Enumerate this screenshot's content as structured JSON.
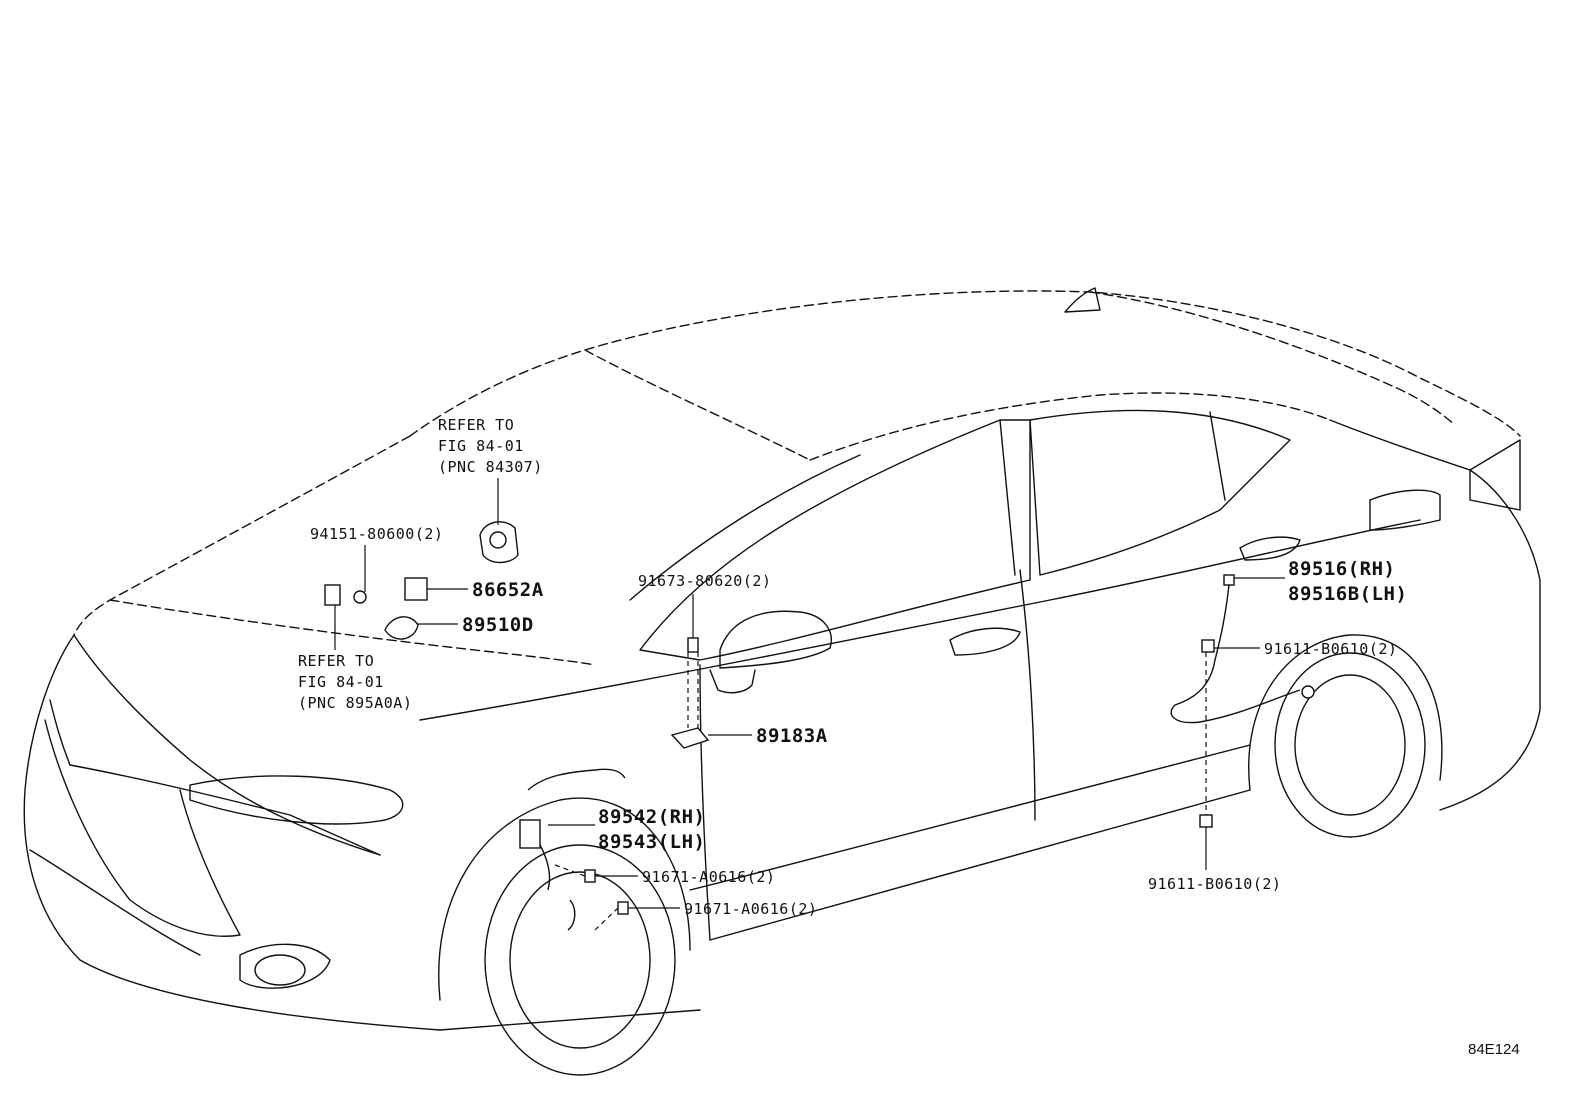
{
  "figure_id": "84E124",
  "callouts": {
    "refer_top": [
      "REFER TO",
      "FIG 84-01",
      "(PNC 84307)"
    ],
    "refer_left": [
      "REFER TO",
      "FIG 84-01",
      "(PNC 895A0A)"
    ],
    "p94151": "94151-80600(2)",
    "p86652A": "86652A",
    "p89510D": "89510D",
    "p91673": "91673-80620(2)",
    "p89183A": "89183A",
    "p89542": "89542(RH)",
    "p89543": "89543(LH)",
    "p91671a": "91671-A0616(2)",
    "p91671b": "91671-A0616(2)",
    "p89516": "89516(RH)",
    "p89516B": "89516B(LH)",
    "p91611a": "91611-B0610(2)",
    "p91611b": "91611-B0610(2)"
  }
}
